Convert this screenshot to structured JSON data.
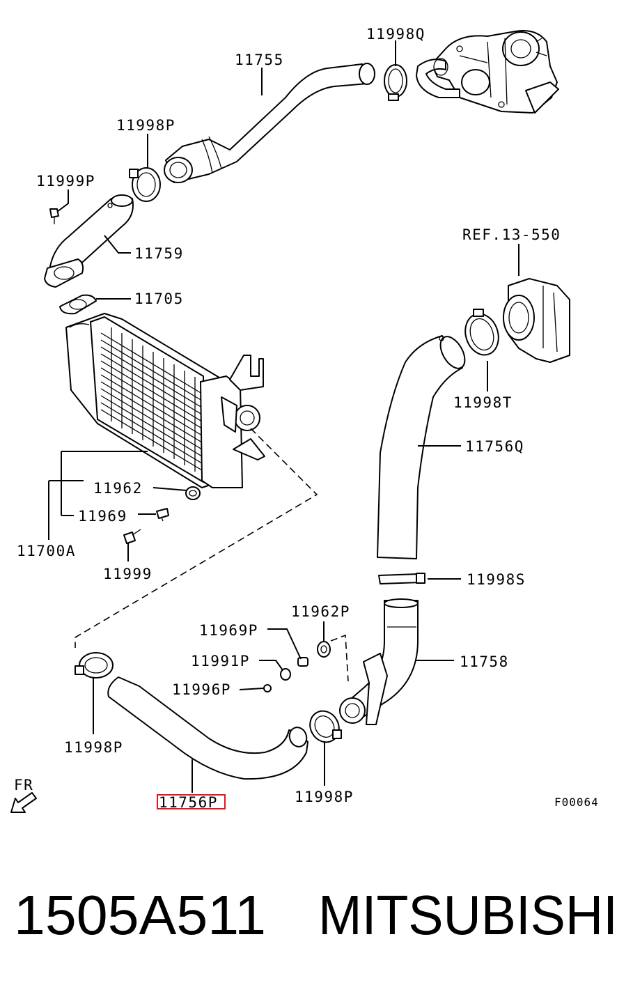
{
  "labels": {
    "p11998q": "11998Q",
    "p11755": "11755",
    "p11998p_top": "11998P",
    "p11999p": "11999P",
    "p11759": "11759",
    "p11705": "11705",
    "ref": "REF.13-550",
    "p11998t": "11998T",
    "p11756q": "11756Q",
    "p11962": "11962",
    "p11969": "11969",
    "p11700a": "11700A",
    "p11999": "11999",
    "p11998s": "11998S",
    "p11962p": "11962P",
    "p11969p": "11969P",
    "p11758": "11758",
    "p11991p": "11991P",
    "p11996p": "11996P",
    "p11998p_left": "11998P",
    "p11998p_bottom": "11998P",
    "p11756p": "11756P",
    "fr": "FR",
    "figure_code": "F00064"
  },
  "highlight_color": "#e8141c",
  "part_number": "1505A511",
  "brand": "MITSUBISHI"
}
